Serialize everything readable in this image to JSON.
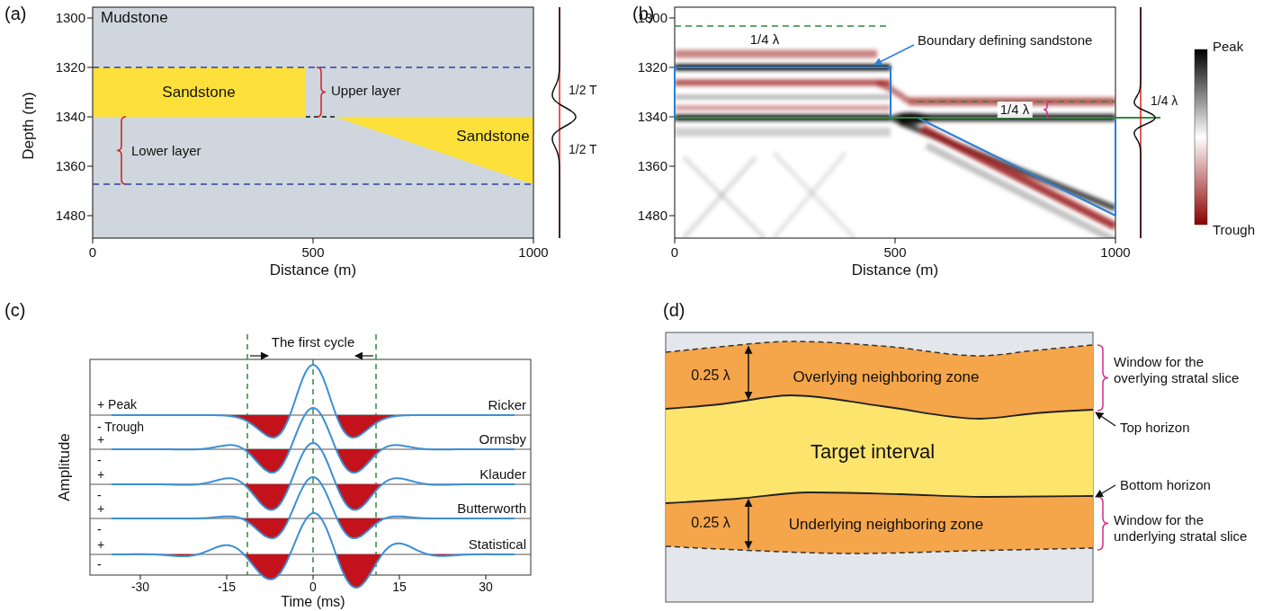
{
  "diagram": {
    "nodes": [
      {
        "text": [
          "Mudstone"
        ]
      },
      {
        "text": [
          "Sandstone"
        ],
        "in": 0
      },
      {
        "text": [
          "Sandstone"
        ],
        "in": 0
      },
      {
        "text": [
          "0.25 λ",
          "Overlying neighboring zone"
        ]
      },
      {
        "text": [
          "Target interval"
        ]
      },
      {
        "text": [
          "0.25 λ",
          "Underlying neighboring zone"
        ]
      }
    ],
    "labels": [
      "(a)",
      "1300",
      "1320",
      "1340",
      "1360",
      "1480",
      "Depth (m)",
      "0",
      "500",
      "1000",
      "Distance (m)",
      "Upper layer",
      "Lower layer",
      "1/2 T",
      "1/2 T",
      "(b)",
      "1300",
      "1320",
      "1340",
      "1360",
      "1480",
      "0",
      "500",
      "1000",
      "Distance (m)",
      "1/4 λ",
      "Boundary defining sandstone",
      "1/4 λ",
      "1/4 λ",
      "Peak",
      "Trough",
      "(c)",
      "The first cycle",
      "+ Peak",
      "- Trough",
      "Ricker",
      "+",
      "-",
      "Ormsby",
      "+",
      "-",
      "Klauder",
      "+",
      "-",
      "Butterworth",
      "+",
      "-",
      "Statistical",
      "Amplitude",
      "-30",
      "-15",
      "0",
      "15",
      "30",
      "Time (ms)",
      "(d)",
      "Window for the overlying stratal slice",
      "Top horizon",
      "Bottom horizon",
      "Window for the underlying stratal slice"
    ]
  }
}
